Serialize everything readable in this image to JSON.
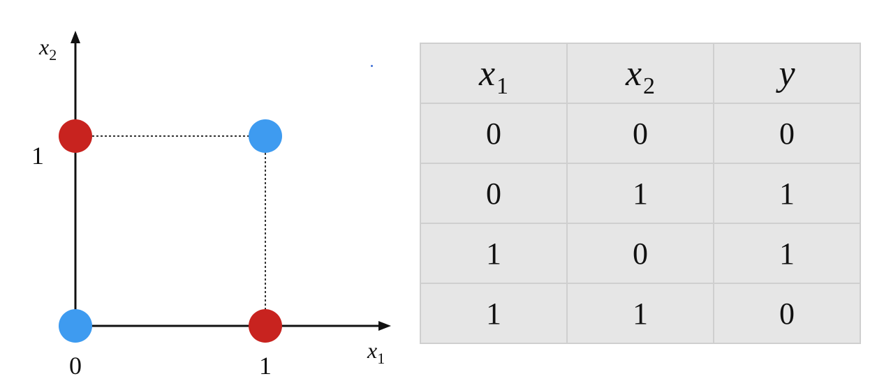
{
  "plot": {
    "x_axis": {
      "label_var": "x",
      "label_sub": "1",
      "ticks": [
        "0",
        "1"
      ]
    },
    "y_axis": {
      "label_var": "x",
      "label_sub": "2",
      "ticks": [
        "1"
      ]
    },
    "points": [
      {
        "x": 0,
        "y": 0,
        "class": 0
      },
      {
        "x": 0,
        "y": 1,
        "class": 1
      },
      {
        "x": 1,
        "y": 0,
        "class": 1
      },
      {
        "x": 1,
        "y": 1,
        "class": 0
      }
    ],
    "class_colors": {
      "0": "#3e9bf0",
      "1": "#c8231f"
    },
    "axis_color": "#111111",
    "guide_color": "#333333",
    "stray_dot_color": "#3e6fd6"
  },
  "table": {
    "headers": [
      {
        "var": "x",
        "sub": "1"
      },
      {
        "var": "x",
        "sub": "2"
      },
      {
        "var": "y",
        "sub": ""
      }
    ],
    "rows": [
      [
        "0",
        "0",
        "0"
      ],
      [
        "0",
        "1",
        "1"
      ],
      [
        "1",
        "0",
        "1"
      ],
      [
        "1",
        "1",
        "0"
      ]
    ]
  }
}
